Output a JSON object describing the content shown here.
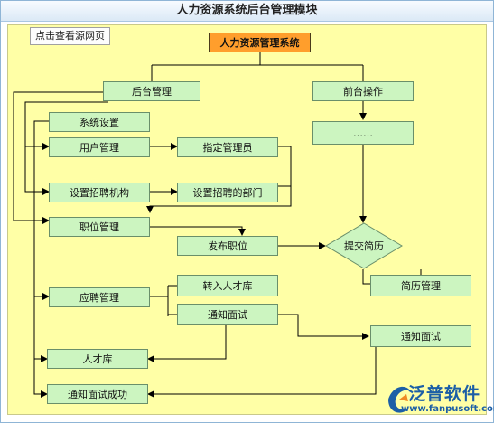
{
  "window": {
    "title": "人力资源系统后台管理模块"
  },
  "source_link": "点击查看源网页",
  "diagram": {
    "root": "人力资源管理系统",
    "backend": "后台管理",
    "frontend": "前台操作",
    "frontend_more": "……",
    "system_settings": "系统设置",
    "user_management": "用户管理",
    "assign_admin": "指定管理员",
    "setup_recruit_org": "设置招聘机构",
    "setup_recruit_dept": "设置招聘的部门",
    "job_management": "职位管理",
    "publish_job": "发布职位",
    "submit_resume": "提交简历",
    "resume_management": "简历管理",
    "application_management": "应聘管理",
    "transfer_talent_pool": "转入人才库",
    "notify_interview_admin": "通知面试",
    "notify_interview_front": "通知面试",
    "talent_pool": "人才库",
    "notify_interview_success": "通知面试成功"
  },
  "brand": {
    "name": "泛普软件",
    "url": "www.fanpusoft.com",
    "color": "#1c5fa6"
  },
  "colors": {
    "canvas": "#ffffa6",
    "node": "#ccf5c0",
    "root": "#ff9e2c"
  }
}
